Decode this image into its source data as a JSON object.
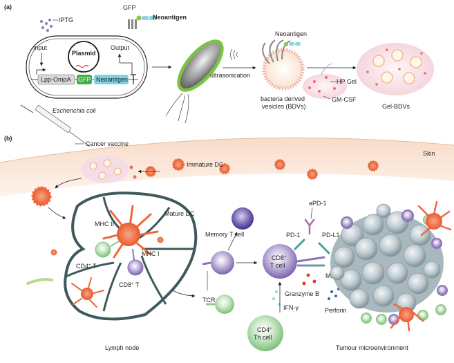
{
  "panel_a": {
    "tag": "(a)",
    "iptg": "IPTG",
    "gfp_top": "GFP",
    "neoantigen_top": "Neoantigen",
    "input": "Input",
    "plasmid": "Plasmid",
    "output": "Output",
    "gene_lpp": "Lpp-OmpA",
    "gene_gfp": "GFP",
    "gene_neo": "Neoantigen",
    "ecoli": "Escherichia coli",
    "ultrasonication": "ultrasonication",
    "neoantigen_vesicle": "Neoantigen",
    "bdv_line1": "bacteria derived",
    "bdv_line2": "vesicles (BDVs)",
    "hp_gel": "HP Gel",
    "gm_csf": "GM-CSF",
    "gel_bdvs": "Gel-BDVs"
  },
  "panel_b": {
    "tag": "(b)",
    "cancer_vaccine": "Cancer vaccine",
    "skin": "Skin",
    "immature_dc": "Immature DC",
    "mature_dc": "Mature DC",
    "mhc_ii": "MHC II",
    "mhc_i_ln": "MHC I",
    "cd4_t": "CD4",
    "cd4_sup": "+",
    "cd4_t_suffix": " T",
    "cd8_t": "CD8",
    "cd8_sup": "+",
    "cd8_t_suffix": " T",
    "lymph_node": "Lymph node",
    "memory_t": "Memory T cell",
    "apd1": "aPD-1",
    "pd1": "PD-1",
    "pdl1": "PD-L1",
    "cd8_cell_l1": "CD8",
    "cd8_cell_sup": "+",
    "cd8_cell_l2": "T cell",
    "mhc_i_tumour": "MHC I",
    "granzyme": "Granzyme B",
    "tcr": "TCR",
    "ifn": "IFN-γ",
    "cd4_cell_l1": "CD4",
    "cd4_cell_sup": "+",
    "cd4_cell_l2": "Th cell",
    "perforin": "Perforin",
    "tumour": "Tumour microenvironment"
  },
  "colors": {
    "dc": "#f0673f",
    "cd8": "#8a73b8",
    "cd4": "#8cc98a",
    "memory": "#5a4a9e",
    "tumour": "#b9c6cc",
    "ecoli_green": "#7cc243",
    "skin": "#fbe9dc",
    "gene_blue": "#7fd3e0",
    "gene_green": "#3fae49"
  }
}
